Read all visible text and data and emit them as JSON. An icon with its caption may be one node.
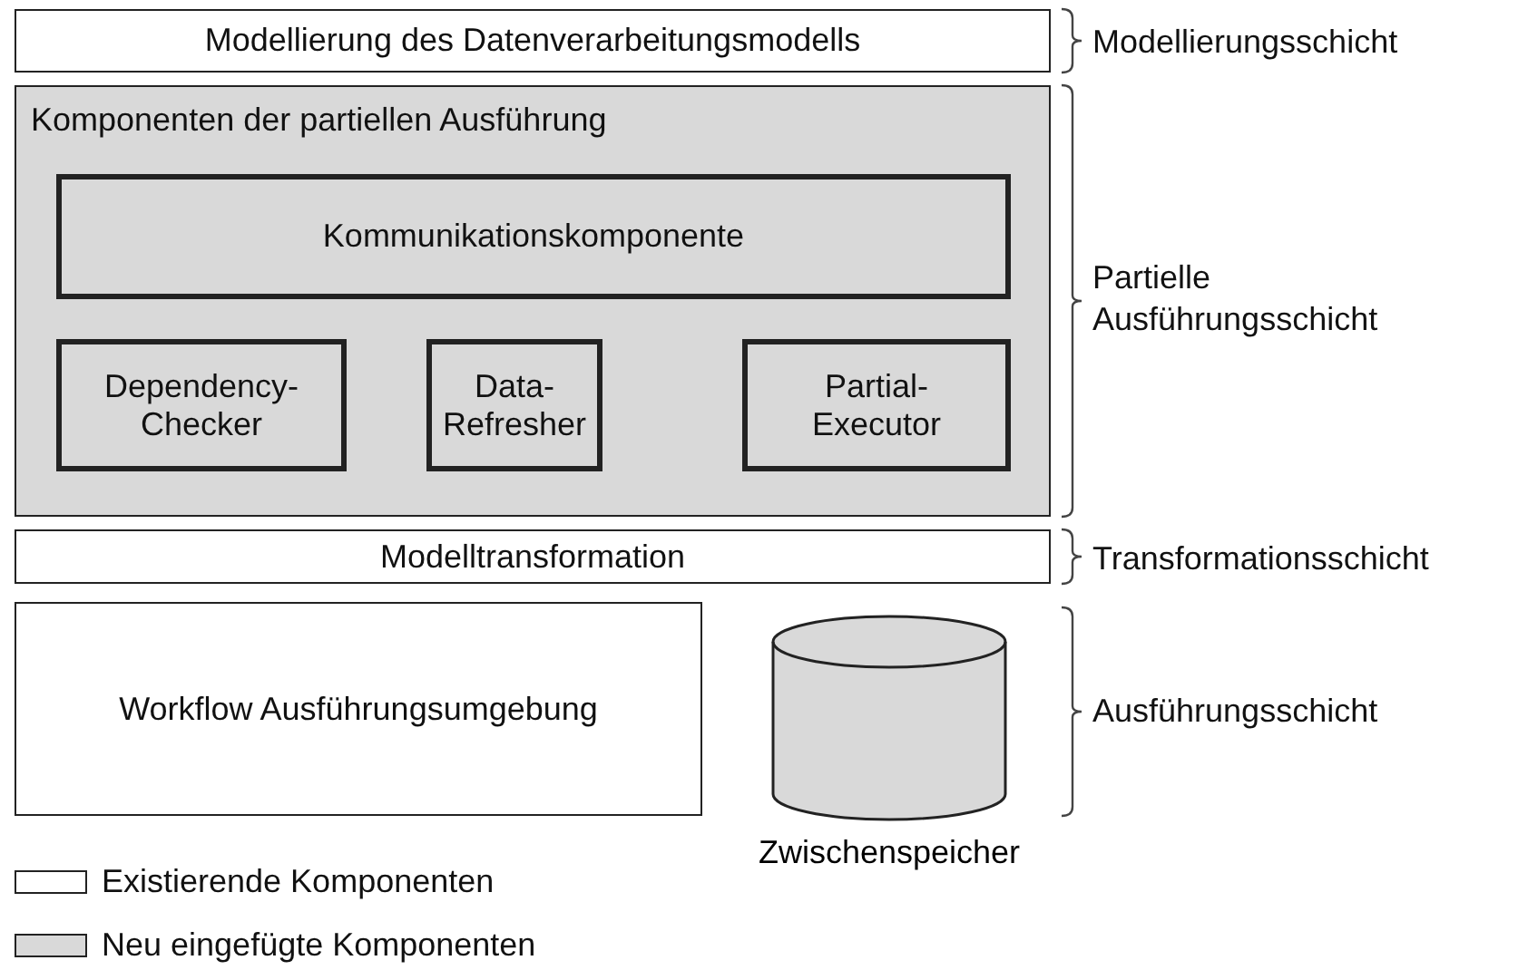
{
  "diagram": {
    "nodes": [
      {
        "text": [
          "Modellierung des Datenverarbeitungsmodells"
        ]
      },
      {
        "text": [
          "Komponenten der partiellen Ausführung"
        ]
      },
      {
        "text": [
          "Kommunikationskomponente"
        ],
        "in": 1
      },
      {
        "text": [
          "Dependency-Checker"
        ],
        "in": 1
      },
      {
        "text": [
          "Data-Refresher"
        ],
        "in": 1
      },
      {
        "text": [
          "Partial-Executor"
        ],
        "in": 1
      },
      {
        "text": [
          "Modelltransformation"
        ]
      },
      {
        "text": [
          "Workflow Ausführungsumgebung"
        ]
      },
      {
        "text": [
          "Zwischenspeicher"
        ]
      }
    ],
    "edges": [],
    "labels": [
      "Modellierungsschicht",
      "Partielle Ausführungsschicht",
      "Transformationsschicht",
      "Ausführungsschicht"
    ],
    "legend": [
      {
        "text": "Existierende Komponenten",
        "color": "#ffffff"
      },
      {
        "text": "Neu eingefügte Komponenten",
        "color": "#d9d9d9"
      }
    ]
  }
}
